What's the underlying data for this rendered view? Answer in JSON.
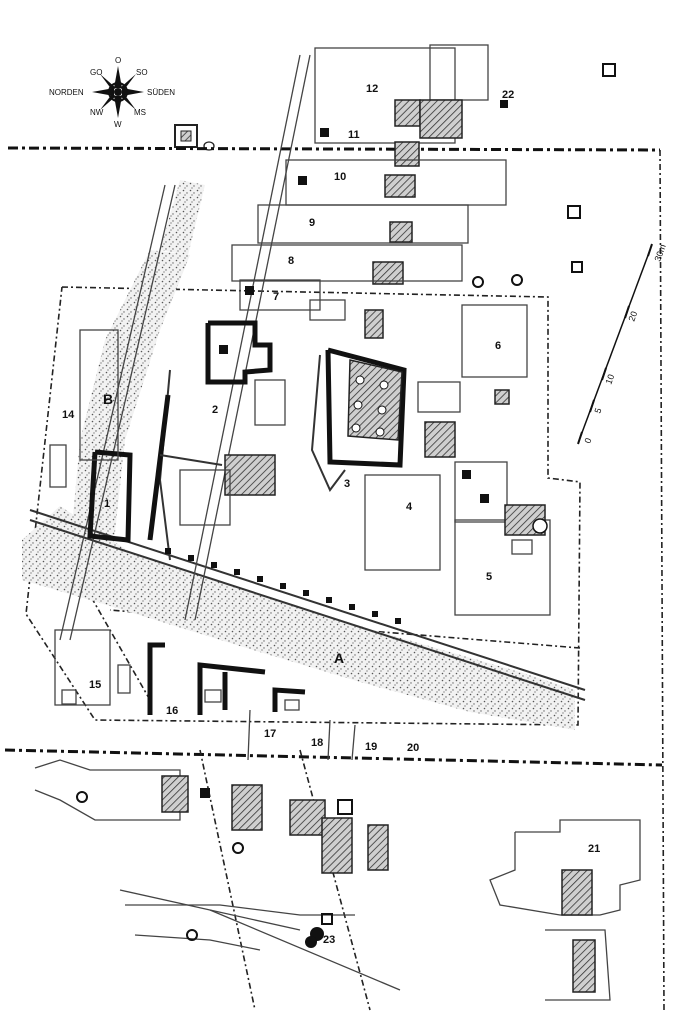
{
  "compass": {
    "north": "NORDEN",
    "south": "SÜDEN",
    "o": "O",
    "w": "W",
    "ne": "GO",
    "se": "SO",
    "nw": "NW",
    "sw": "MS"
  },
  "scale_bar": {
    "unit_label": "30m",
    "ticks": [
      "0",
      "5",
      "10",
      "20"
    ]
  },
  "zone_labels": [
    "A",
    "B"
  ],
  "building_numbers": [
    "1",
    "2",
    "3",
    "4",
    "5",
    "6",
    "7",
    "8",
    "9",
    "10",
    "11",
    "12",
    "14",
    "15",
    "16",
    "17",
    "18",
    "19",
    "20",
    "21",
    "22",
    "23"
  ],
  "colors": {
    "ink": "#111111",
    "paper": "#ffffff",
    "hatch": "#333333",
    "stipple": "#555555"
  }
}
